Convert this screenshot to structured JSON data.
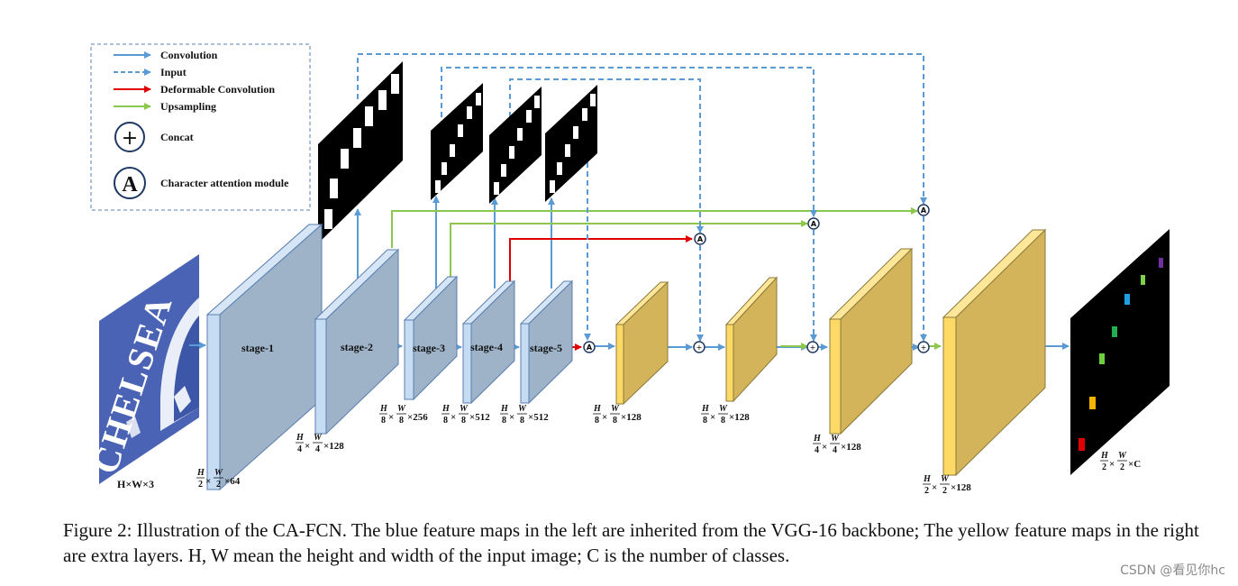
{
  "legend": {
    "convolution": "Convolution",
    "input": "Input",
    "deformable": "Deformable Convolution",
    "upsampling": "Upsampling",
    "concat": "Concat",
    "concat_symbol": "+",
    "attention": "Character attention module",
    "attention_symbol": "A"
  },
  "input_image": {
    "text": "CHELSEA",
    "dims": "H×W×3"
  },
  "stages": {
    "s1": "stage-1",
    "s2": "stage-2",
    "s3": "stage-3",
    "s4": "stage-4",
    "s5": "stage-5"
  },
  "dims": {
    "s1": {
      "a": "H",
      "b": "2",
      "c": "W",
      "d": "2",
      "tail": "×64"
    },
    "s2": {
      "a": "H",
      "b": "4",
      "c": "W",
      "d": "4",
      "tail": "×128"
    },
    "s3": {
      "a": "H",
      "b": "8",
      "c": "W",
      "d": "8",
      "tail": "×256"
    },
    "s4": {
      "a": "H",
      "b": "8",
      "c": "W",
      "d": "8",
      "tail": "×512"
    },
    "s5": {
      "a": "H",
      "b": "8",
      "c": "W",
      "d": "8",
      "tail": "×512"
    },
    "y1": {
      "a": "H",
      "b": "8",
      "c": "W",
      "d": "8",
      "tail": "×128"
    },
    "y2": {
      "a": "H",
      "b": "8",
      "c": "W",
      "d": "8",
      "tail": "×128"
    },
    "y3": {
      "a": "H",
      "b": "4",
      "c": "W",
      "d": "4",
      "tail": "×128"
    },
    "y4": {
      "a": "H",
      "b": "2",
      "c": "W",
      "d": "2",
      "tail": "×128"
    },
    "out": {
      "a": "H",
      "b": "2",
      "c": "W",
      "d": "2",
      "tail": "×C"
    }
  },
  "caption": "Figure 2: Illustration of the CA-FCN. The blue feature maps in the left are inherited from the VGG-16 backbone; The yellow feature maps in the right are extra layers. H, W mean the height and width of the input image; C is the number of classes.",
  "watermark": "CSDN @看见你hc",
  "colors": {
    "conv": "#5b9bd5",
    "deform": "#e00000",
    "upsample": "#8cc84b",
    "blue_front": "#9eb3c8",
    "blue_side": "#c6dcf2",
    "yellow_front": "#d4b45a",
    "yellow_side": "#ffd966"
  }
}
